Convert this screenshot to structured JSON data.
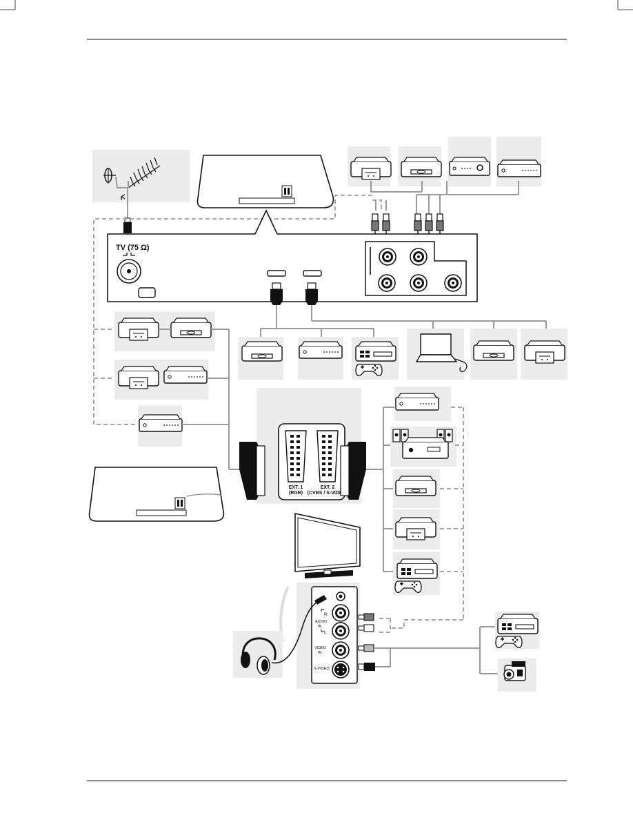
{
  "page": {
    "background": "#ffffff",
    "line_color": "#111111",
    "panel_gray": "#ececec",
    "cable_gray": "#9a9a9a"
  },
  "labels": {
    "tv_antenna": "TV (75 Ω)",
    "ext1_title": "EXT. 1",
    "ext1_sub": "(RGB)",
    "ext2_title": "EXT. 2",
    "ext2_sub": "(CVBS / S-VIDEO)",
    "audio_r": "R",
    "audio_in": "AUDIO",
    "audio_in2": "IN",
    "audio_l": "L",
    "video_in": "VIDEO",
    "video_in2": "IN",
    "svideo": "S-VIDEO"
  },
  "icons": {
    "antenna": "antenna-icon",
    "dish": "satellite-dish-icon",
    "tv_back": "tv-rear-panel-icon",
    "vcr": "vcr-icon",
    "dvd": "dvd-player-icon",
    "box": "set-top-box-icon",
    "game": "gamepad-icon",
    "laptop": "laptop-icon",
    "headphones": "headphones-icon",
    "camcorder": "camcorder-icon",
    "scart": "scart-connector-icon",
    "hdmi": "hdmi-connector-icon",
    "rca": "rca-plug-icon",
    "speaker": "speaker-icon",
    "flat_tv": "flat-tv-icon"
  }
}
